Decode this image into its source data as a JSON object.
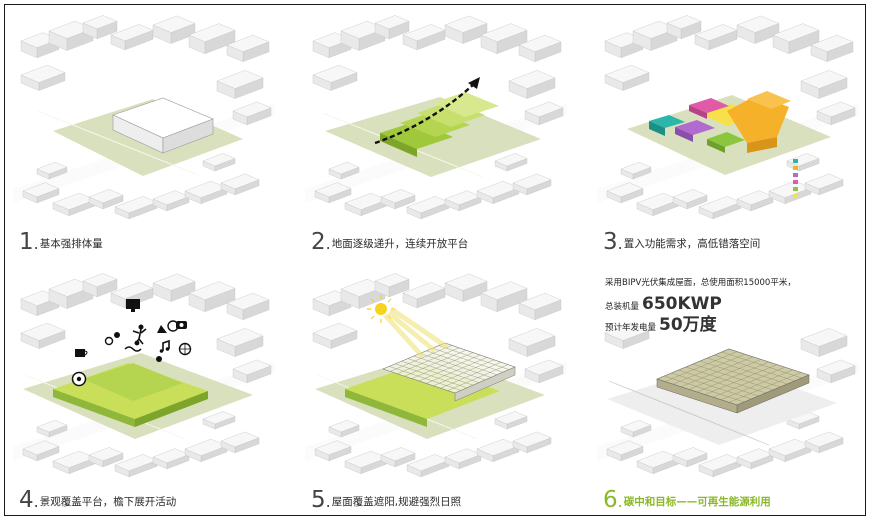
{
  "colors": {
    "ground": "#d9e0bd",
    "grass": "#cfe07a",
    "lime": "#9fc83a",
    "building": "#f0f0f0",
    "building_side": "#d6d6d6",
    "caption_green": "#8bb82a"
  },
  "panels": [
    {
      "number": "1",
      "dot": ".",
      "caption": "基本强排体量"
    },
    {
      "number": "2",
      "dot": ".",
      "caption": "地面逐级递升，连续开放平台"
    },
    {
      "number": "3",
      "dot": ".",
      "caption": "置入功能需求，高低错落空间"
    },
    {
      "number": "4",
      "dot": ".",
      "caption": "景观覆盖平台，檐下展开活动"
    },
    {
      "number": "5",
      "dot": ".",
      "caption": "屋面覆盖遮阳,规避强烈日照"
    },
    {
      "number": "6",
      "dot": ".",
      "caption": "碳中和目标——可再生能源利用"
    }
  ],
  "panel3_legend": [
    {
      "color": "#2ab7a9",
      "label": ""
    },
    {
      "color": "#f5b12a",
      "label": ""
    },
    {
      "color": "#b06ad0",
      "label": ""
    },
    {
      "color": "#e05aa8",
      "label": ""
    },
    {
      "color": "#8cc63f",
      "label": ""
    },
    {
      "color": "#f7e04a",
      "label": ""
    }
  ],
  "panel4_icons": [
    "tv-icon",
    "cycling-icon",
    "dance-icon",
    "shuttlecock-icon",
    "movie-icon",
    "camera-icon",
    "coffee-icon",
    "music-note-icon",
    "basketball-icon",
    "swimming-icon",
    "football-icon",
    "table-tennis-icon"
  ],
  "panel6_note": {
    "line1": "采用BIPV光伏集成屋面，总使用面积15000平米，",
    "capacity_label": "总装机量",
    "capacity_value": "650KWP",
    "generation_label": "预计年发电量",
    "generation_value": "50万度"
  }
}
